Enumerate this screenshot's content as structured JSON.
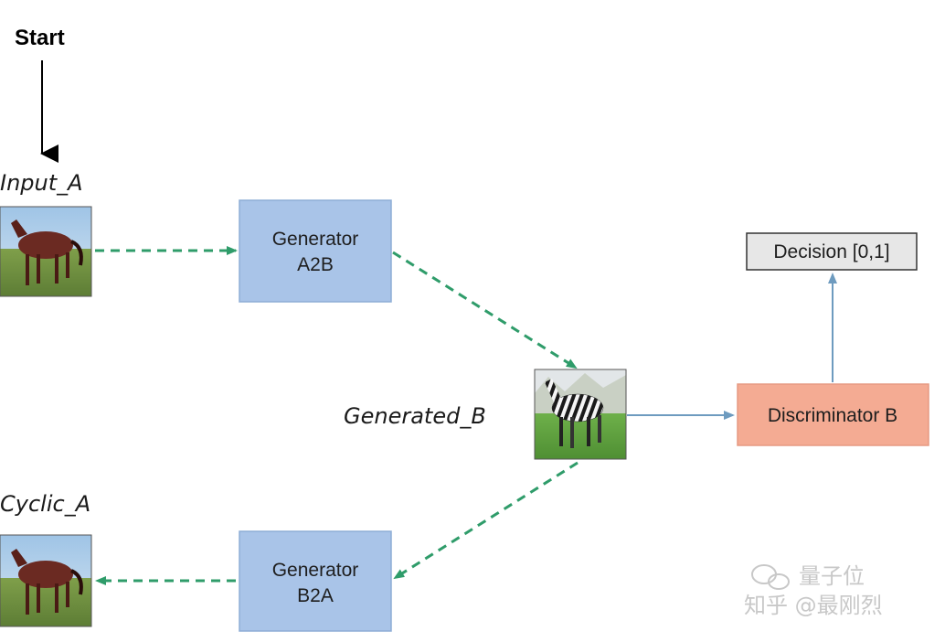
{
  "diagram": {
    "start_label": "Start",
    "input_label": "Input_A",
    "generated_label": "Generated_B",
    "cyclic_label": "Cyclic_A",
    "generator_a2b": {
      "line1": "Generator",
      "line2": "A2B"
    },
    "generator_b2a": {
      "line1": "Generator",
      "line2": "B2A"
    },
    "discriminator_label": "Discriminator B",
    "decision_label": "Decision [0,1]"
  },
  "images": {
    "input_a": "horse-photo",
    "generated_b": "zebra-photo",
    "cyclic_a": "horse-photo"
  },
  "watermark": {
    "line1": "量子位",
    "line2": "知乎 @最刚烈"
  },
  "colors": {
    "generator_fill": "#a9c4e8",
    "generator_stroke": "#8eadd6",
    "discriminator_fill": "#f4ab93",
    "discriminator_stroke": "#e69a82",
    "decision_fill": "#e7e7e7",
    "dashed_arrow": "#2f9c6a",
    "solid_arrow": "#6e9bbf"
  }
}
